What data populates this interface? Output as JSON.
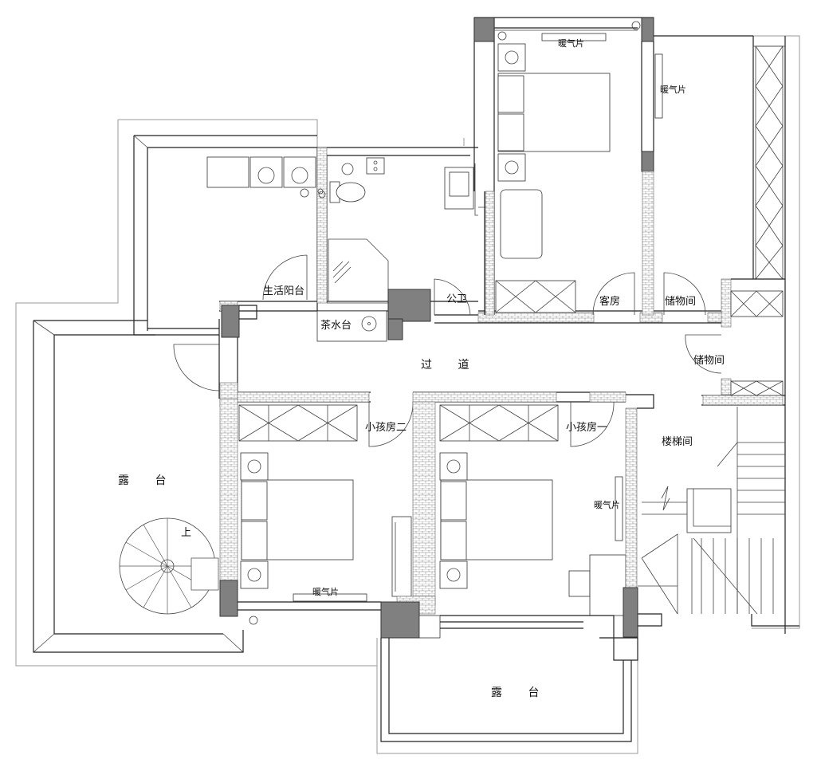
{
  "plan": {
    "rooms": {
      "corridor": "过 道",
      "balcony_service": "生活阳台",
      "tea_counter": "茶水台",
      "public_bathroom": "公卫",
      "guest_room": "客房",
      "storage_1": "储物间",
      "storage_2": "储物间",
      "kid_room_2": "小孩房二",
      "kid_room_1": "小孩房一",
      "stairwell": "楼梯间",
      "terrace_left": "露 台",
      "terrace_bottom": "露 台"
    },
    "annotations": {
      "up": "上",
      "radiator_top": "暖气片",
      "radiator_right": "暖气片",
      "radiator_kid2": "暖气片",
      "radiator_kid1": "暖气片"
    }
  },
  "colors": {
    "column": "#808080",
    "line": "#222222",
    "outline": "#9a9a9a"
  }
}
